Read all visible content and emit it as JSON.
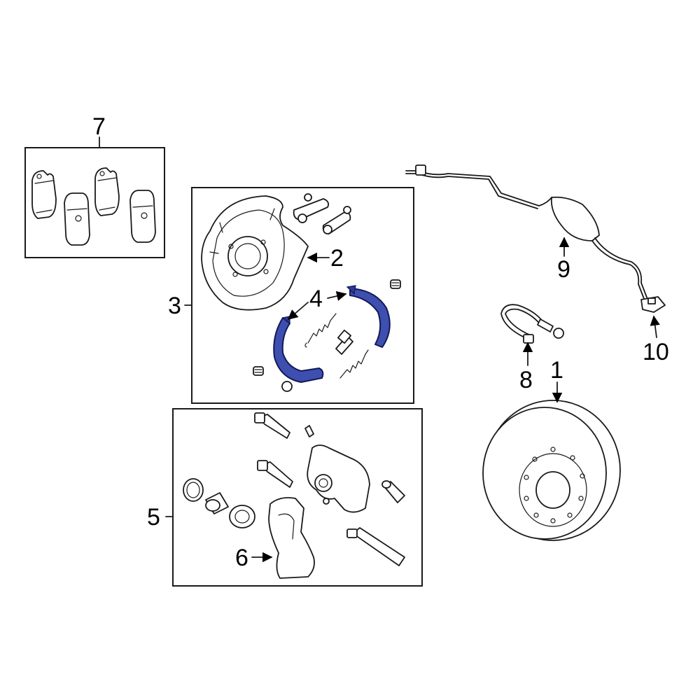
{
  "diagram": {
    "highlight_color": "#3f4fb0",
    "line_color": "#1a1a1a",
    "background": "#ffffff",
    "callouts": [
      {
        "id": "c1",
        "label": "1"
      },
      {
        "id": "c2",
        "label": "2"
      },
      {
        "id": "c3",
        "label": "3"
      },
      {
        "id": "c4",
        "label": "4"
      },
      {
        "id": "c5",
        "label": "5"
      },
      {
        "id": "c6",
        "label": "6"
      },
      {
        "id": "c7",
        "label": "7"
      },
      {
        "id": "c8",
        "label": "8"
      },
      {
        "id": "c9",
        "label": "9"
      },
      {
        "id": "c10",
        "label": "10"
      }
    ]
  }
}
